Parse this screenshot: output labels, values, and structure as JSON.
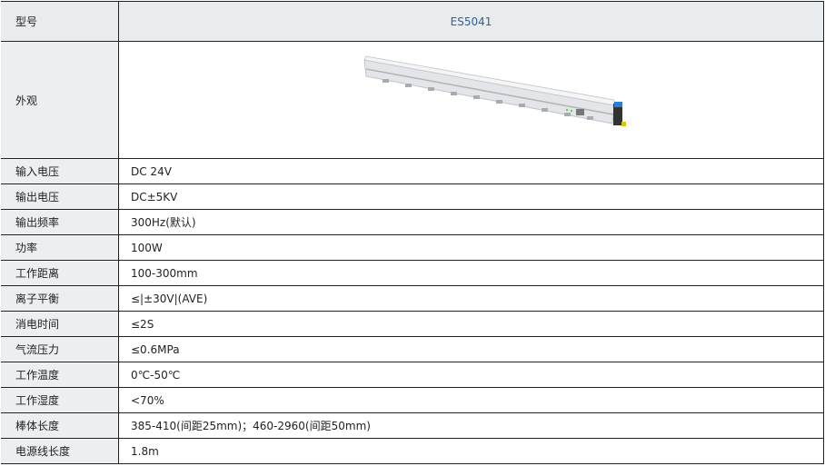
{
  "header": {
    "label": "型号",
    "model": "ES5041"
  },
  "appearance": {
    "label": "外观",
    "image": "ionizing-bar-product-image"
  },
  "rows": [
    {
      "label": "输入电压",
      "value": "DC 24V"
    },
    {
      "label": "输出电压",
      "value": "DC±5KV"
    },
    {
      "label": "输出频率",
      "value": "300Hz(默认)"
    },
    {
      "label": "功率",
      "value": "100W"
    },
    {
      "label": "工作距离",
      "value": "100-300mm"
    },
    {
      "label": "离子平衡",
      "value": "≤|±30V|(AVE)"
    },
    {
      "label": "消电时间",
      "value": "≤2S"
    },
    {
      "label": "气流压力",
      "value": "≤0.6MPa"
    },
    {
      "label": "工作温度",
      "value": "0℃-50℃"
    },
    {
      "label": "工作湿度",
      "value": "<70%"
    },
    {
      "label": "棒体长度",
      "value": "385-410(间距25mm)；460-2960(间距50mm)"
    },
    {
      "label": "电源线长度",
      "value": "1.8m"
    }
  ]
}
